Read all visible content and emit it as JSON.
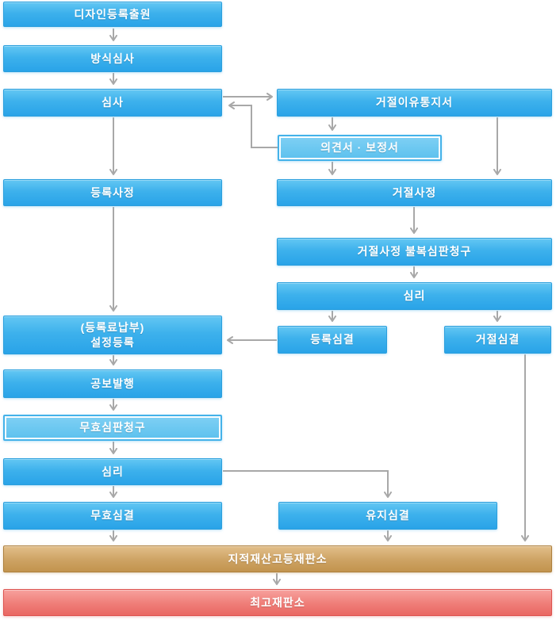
{
  "diagram": {
    "type": "flowchart",
    "language": "ko",
    "nodes": [
      {
        "id": "design-application",
        "label": "디자인등록출원",
        "style": "blue"
      },
      {
        "id": "formality-examination",
        "label": "방식심사",
        "style": "blue"
      },
      {
        "id": "examination",
        "label": "심사",
        "style": "blue"
      },
      {
        "id": "refusal-reason-notice",
        "label": "거절이유통지서",
        "style": "blue"
      },
      {
        "id": "opinion-amendment",
        "label": "의견서 · 보정서",
        "style": "blue-light"
      },
      {
        "id": "registration-decision",
        "label": "등록사정",
        "style": "blue"
      },
      {
        "id": "refusal-decision",
        "label": "거절사정",
        "style": "blue"
      },
      {
        "id": "refusal-appeal-request",
        "label": "거절사정 불복심판청구",
        "style": "blue"
      },
      {
        "id": "appeal-hearing",
        "label": "심리",
        "style": "blue"
      },
      {
        "id": "establishment-registration",
        "label": "(등록료납부)\n설정등록",
        "style": "blue"
      },
      {
        "id": "registration-trial-decision",
        "label": "등록심결",
        "style": "blue"
      },
      {
        "id": "refusal-trial-decision",
        "label": "거절심결",
        "style": "blue"
      },
      {
        "id": "gazette-publication",
        "label": "공보발행",
        "style": "blue"
      },
      {
        "id": "invalidation-trial-request",
        "label": "무효심판청구",
        "style": "blue-light"
      },
      {
        "id": "invalidation-hearing",
        "label": "심리",
        "style": "blue"
      },
      {
        "id": "invalidation-trial-decision",
        "label": "무효심결",
        "style": "blue"
      },
      {
        "id": "maintenance-trial-decision",
        "label": "유지심결",
        "style": "blue"
      },
      {
        "id": "ip-high-court",
        "label": "지적재산고등재판소",
        "style": "tan"
      },
      {
        "id": "supreme-court",
        "label": "최고재판소",
        "style": "red"
      }
    ],
    "edges": [
      {
        "from": "design-application",
        "to": "formality-examination"
      },
      {
        "from": "formality-examination",
        "to": "examination"
      },
      {
        "from": "examination",
        "to": "refusal-reason-notice"
      },
      {
        "from": "examination",
        "to": "registration-decision"
      },
      {
        "from": "refusal-reason-notice",
        "to": "opinion-amendment"
      },
      {
        "from": "opinion-amendment",
        "to": "examination"
      },
      {
        "from": "refusal-reason-notice",
        "to": "refusal-decision"
      },
      {
        "from": "opinion-amendment",
        "to": "refusal-decision"
      },
      {
        "from": "refusal-decision",
        "to": "refusal-appeal-request"
      },
      {
        "from": "refusal-appeal-request",
        "to": "appeal-hearing"
      },
      {
        "from": "appeal-hearing",
        "to": "registration-trial-decision"
      },
      {
        "from": "appeal-hearing",
        "to": "refusal-trial-decision"
      },
      {
        "from": "registration-trial-decision",
        "to": "establishment-registration"
      },
      {
        "from": "registration-decision",
        "to": "establishment-registration"
      },
      {
        "from": "establishment-registration",
        "to": "gazette-publication"
      },
      {
        "from": "gazette-publication",
        "to": "invalidation-trial-request"
      },
      {
        "from": "invalidation-trial-request",
        "to": "invalidation-hearing"
      },
      {
        "from": "invalidation-hearing",
        "to": "invalidation-trial-decision"
      },
      {
        "from": "invalidation-hearing",
        "to": "maintenance-trial-decision"
      },
      {
        "from": "invalidation-trial-decision",
        "to": "ip-high-court"
      },
      {
        "from": "maintenance-trial-decision",
        "to": "ip-high-court"
      },
      {
        "from": "refusal-trial-decision",
        "to": "ip-high-court"
      },
      {
        "from": "ip-high-court",
        "to": "supreme-court"
      }
    ],
    "colors": {
      "node_blue_top": "#63c7f3",
      "node_blue_bottom": "#29a3e8",
      "node_blue_light": "#6cc8f1",
      "node_tan_top": "#e2bf8a",
      "node_tan_bottom": "#c2944e",
      "node_red_top": "#f7a19d",
      "node_red_bottom": "#e96762",
      "arrow": "#a8a8a8",
      "text": "#ffffff"
    }
  }
}
